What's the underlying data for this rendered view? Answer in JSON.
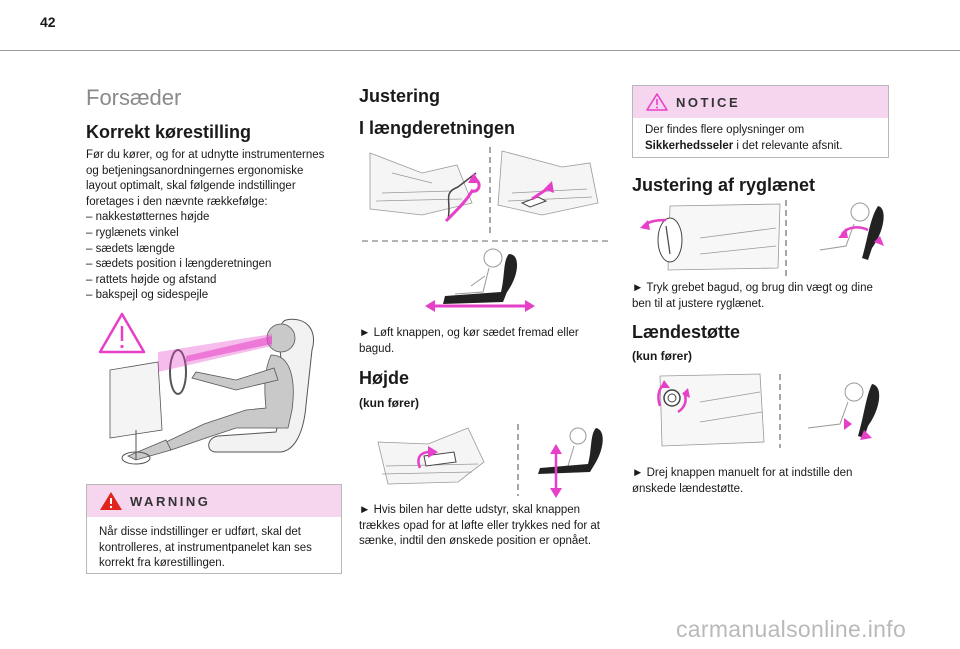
{
  "page_number": "42",
  "col1": {
    "title": "Forsæder",
    "subtitle": "Korrekt kørestilling",
    "paragraph_lines": [
      "Før du kører, og for at udnytte instrumenternes",
      "og betjeningsanordningernes ergonomiske",
      "layout optimalt, skal følgende indstillinger",
      "foretages i den nævnte rækkefølge:",
      "– nakkestøtternes højde",
      "– ryglænets vinkel",
      "– sædets længde",
      "– sædets position i længderetningen",
      "– rattets højde og afstand",
      "– bakspejl og sidespejle"
    ],
    "warning": {
      "label": "WARNING",
      "lines": [
        "Når disse indstillinger er udført, skal det",
        "kontrolleres, at instrumentpanelet kan ses",
        "korrekt fra kørestillingen."
      ]
    }
  },
  "col2": {
    "title": "Justering",
    "subtitle1": "I længderetningen",
    "text1_lines": [
      "►  Løft knappen, og kør sædet fremad eller",
      "bagud."
    ],
    "subtitle2": "Højde",
    "note2": "(kun fører)",
    "text2_lines": [
      "►  Hvis bilen har dette udstyr, skal knappen",
      "trækkes opad for at løfte eller trykkes ned for at",
      "sænke, indtil den ønskede position er opnået."
    ]
  },
  "col3": {
    "notice": {
      "label": "NOTICE",
      "line1": "Der findes flere oplysninger om",
      "line2_bold": "Sikkerhedsseler",
      "line2_rest": " i det relevante afsnit."
    },
    "subtitle1": "Justering af ryglænet",
    "text1_lines": [
      "►  Tryk grebet bagud, og brug din vægt og dine",
      "ben til at justere ryglænet."
    ],
    "subtitle2": "Lændestøtte",
    "note2": "(kun fører)",
    "text2_lines": [
      "►  Drej knappen manuelt for at indstille den",
      "ønskede lændestøtte."
    ]
  },
  "watermark": "carmanualsonline.info",
  "colors": {
    "accent_pink": "#e63fc8",
    "box_header": "#f5d6ee",
    "heading_grey": "#8a8a8a"
  }
}
